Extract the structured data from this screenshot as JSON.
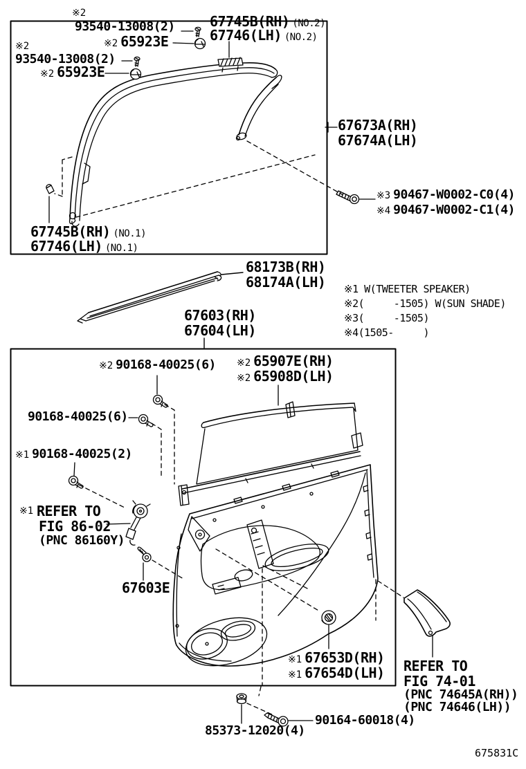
{
  "figure_code": "675831C",
  "footnotes": [
    "※1 W(TWEETER SPEAKER)",
    "※2(     -1505) W(SUN SHADE)",
    "※3(     -1505)",
    "※4(1505-     )"
  ],
  "labels": {
    "screw_93540_a": {
      "marker": "※2",
      "number": "93540-13008(2)"
    },
    "grommet_65923_a": {
      "marker": "※2",
      "number": "65923E"
    },
    "screw_93540_b": {
      "marker": "※2",
      "number": "93540-13008(2)"
    },
    "grommet_65923_b": {
      "marker": "※2",
      "number": "65923E"
    },
    "cushion_no2": {
      "rh": "67745B(RH)",
      "rh_note": "(NO.2)",
      "lh": "67746(LH)",
      "lh_note": "(NO.2)"
    },
    "cushion_no1": {
      "rh": "67745B(RH)",
      "rh_note": "(NO.1)",
      "lh": "67746(LH)",
      "lh_note": "(NO.1)"
    },
    "window_frame": {
      "rh": "67673A(RH)",
      "lh": "67674A(LH)"
    },
    "screw_90467": {
      "m1": "※3",
      "n1": "90467-W0002-C0(4)",
      "m2": "※4",
      "n2": "90467-W0002-C1(4)"
    },
    "belt_molding": {
      "rh": "68173B(RH)",
      "lh": "68174A(LH)"
    },
    "trim_board": {
      "rh": "67603(RH)",
      "lh": "67604(LH)"
    },
    "screw_shade": {
      "marker": "※2",
      "number": "90168-40025(6)"
    },
    "sun_shade": {
      "rh_marker": "※2",
      "rh": "65907E(RH)",
      "lh_marker": "※2",
      "lh": "65908D(LH)"
    },
    "bolt_6": {
      "number": "90168-40025(6)"
    },
    "bolt_2": {
      "marker": "※1",
      "number": "90168-40025(2)"
    },
    "tweeter_ref": {
      "marker": "※1",
      "l1": "REFER TO",
      "l2": "FIG 86-02",
      "l3": "(PNC 86160Y)"
    },
    "clip": {
      "number": "67603E"
    },
    "trim_grommet": {
      "rh_marker": "※1",
      "rh": "67653D(RH)",
      "lh_marker": "※1",
      "lh": "67654D(LH)"
    },
    "quarter_ref": {
      "l1": "REFER TO",
      "l2": "FIG 74-01",
      "l3": "(PNC 74645A(RH))",
      "l4": "(PNC 74646(LH))"
    },
    "cap": {
      "number": "85373-12020(4)"
    },
    "screw_90164": {
      "number": "90164-60018(4)"
    }
  },
  "colors": {
    "line": "#000000",
    "background": "#ffffff"
  }
}
